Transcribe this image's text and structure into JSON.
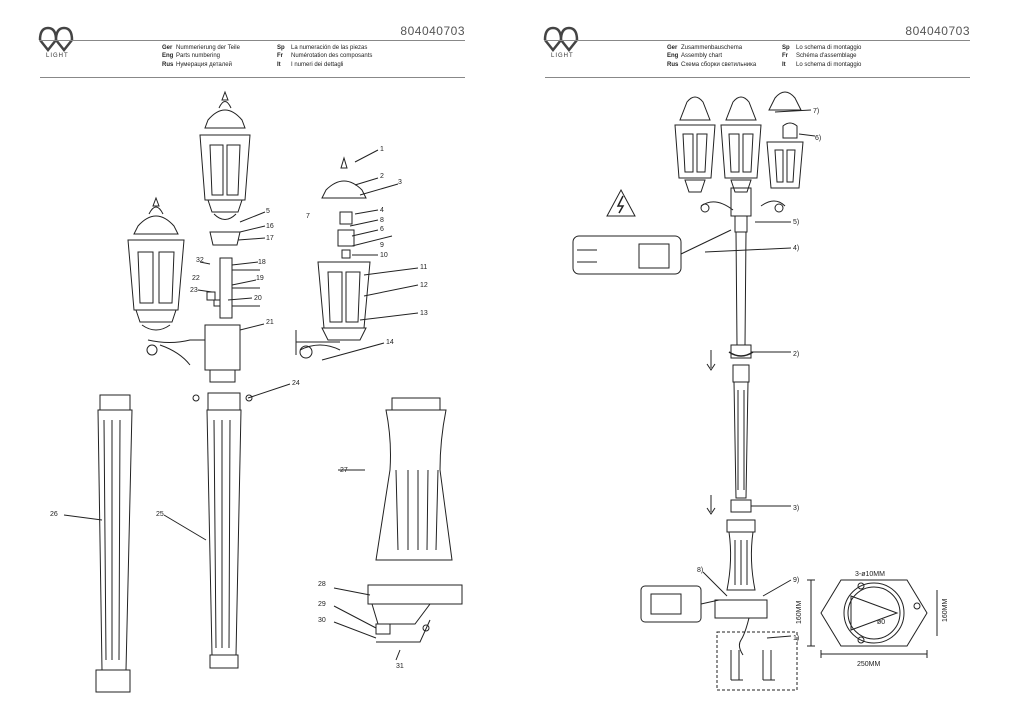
{
  "brand": {
    "name": "LIGHT"
  },
  "left": {
    "code": "804040703",
    "captions": [
      {
        "lang": "Ger",
        "text": "Nummerierung der Teile"
      },
      {
        "lang": "Sp",
        "text": "La numeración de las piezas"
      },
      {
        "lang": "Eng",
        "text": "Parts numbering"
      },
      {
        "lang": "Fr",
        "text": "Numérotation des composants"
      },
      {
        "lang": "Rus",
        "text": "Нумерация деталей"
      },
      {
        "lang": "It",
        "text": "I numeri dei dettagli"
      }
    ],
    "part_labels": [
      "1",
      "2",
      "3",
      "4",
      "5",
      "6",
      "7",
      "8",
      "9",
      "10",
      "11",
      "12",
      "13",
      "14",
      "16",
      "17",
      "18",
      "19",
      "20",
      "21",
      "22",
      "23",
      "24",
      "25",
      "26",
      "27",
      "28",
      "29",
      "30",
      "31",
      "32"
    ]
  },
  "right": {
    "code": "804040703",
    "captions": [
      {
        "lang": "Ger",
        "text": "Zusammenbauschema"
      },
      {
        "lang": "Sp",
        "text": "Lo schema di montaggio"
      },
      {
        "lang": "Eng",
        "text": "Assembly chart"
      },
      {
        "lang": "Fr",
        "text": "Schéma d'assemblage"
      },
      {
        "lang": "Rus",
        "text": "Схема сборки светильника"
      },
      {
        "lang": "It",
        "text": "Lo schema di montaggio"
      }
    ],
    "step_labels": [
      "1)",
      "2)",
      "3)",
      "4)",
      "5)",
      "6)",
      "7)",
      "8)",
      "9)"
    ],
    "dimensions": {
      "bolt_circle": "3-ø10MM",
      "width": "250MM",
      "side1": "160MM",
      "side2": "160MM",
      "radius": "ø0"
    }
  }
}
